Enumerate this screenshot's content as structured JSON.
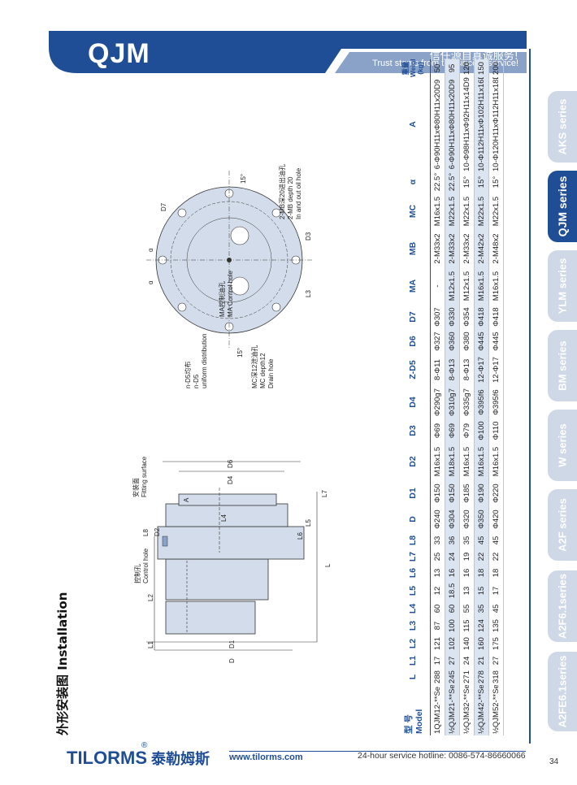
{
  "header": {
    "title": "QJM",
    "slogan_cn": "信任源自真诚服务!",
    "slogan_en": "Trust stems from the sincere service!"
  },
  "side_tabs": [
    {
      "label": "AKS series",
      "active": false
    },
    {
      "label": "QJM series",
      "active": true
    },
    {
      "label": "YLM series",
      "active": false
    },
    {
      "label": "BM series",
      "active": false
    },
    {
      "label": "W series",
      "active": false
    },
    {
      "label": "A2F series",
      "active": false
    },
    {
      "label": "A2F6.1series",
      "active": false
    },
    {
      "label": "A2FE6.1series",
      "active": false
    }
  ],
  "section_title": "外形安装图 Installation",
  "side_view_labels": {
    "control_hole_cn": "控制孔",
    "control_hole_en": "Control hole",
    "fitting_surface_cn": "安装面",
    "fitting_surface_en": "Fitting surface",
    "dims": [
      "L1",
      "L2",
      "L8",
      "D2",
      "A",
      "L4",
      "L6",
      "L5",
      "L7",
      "L",
      "D1",
      "D",
      "D6",
      "D4"
    ]
  },
  "front_view_labels": {
    "n_d5_cn": "n-D5均布",
    "n_d5_en": "n-D5",
    "n_d5_en2": "uniform distribution",
    "mc_cn": "MC深12泄油孔",
    "mc_en": "MC depth12",
    "mc_en2": "Drain hole",
    "ma_cn": "MA控制油孔",
    "ma_en": "MA Control hole",
    "mb_cn": "2-MB深20进出油孔",
    "mb_en": "2-MB depth 20",
    "mb_en2": "In and out oil hole",
    "dims": [
      "D7",
      "15°",
      "α",
      "α",
      "D3",
      "L3",
      "15°"
    ]
  },
  "table": {
    "headers": {
      "model_cn": "型 号",
      "model_en": "Model",
      "cols": [
        "L",
        "L1",
        "L2",
        "L3",
        "L4",
        "L5",
        "L6",
        "L7",
        "L8",
        "D",
        "D1",
        "D2",
        "D3",
        "D4",
        "Z-D5",
        "D6",
        "D7",
        "MA",
        "MB",
        "MC",
        "α",
        "A"
      ],
      "weight_cn": "重量",
      "weight_en": "Weight",
      "weight_unit": "(kg)"
    },
    "rows": [
      {
        "model": "1QJM12-**Se",
        "cells": [
          "288",
          "17",
          "121",
          "87",
          "60",
          "12",
          "13",
          "25",
          "33",
          "Φ240",
          "Φ150",
          "M16x1.5",
          "Φ69",
          "Φ290g7",
          "8-Φ11",
          "Φ327",
          "Φ307",
          "-",
          "2-M33x2",
          "M16x1.5",
          "22.5°",
          "6-Φ90H11xΦ80H11x20D9",
          "50"
        ]
      },
      {
        "model": "½QJM21-**Se",
        "cells": [
          "245",
          "27",
          "102",
          "100",
          "60",
          "18.5",
          "16",
          "24",
          "36",
          "Φ304",
          "Φ150",
          "M18x1.5",
          "Φ69",
          "Φ310g7",
          "8-Φ13",
          "Φ360",
          "Φ330",
          "M12x1.5",
          "2-M33x2",
          "M22x1.5",
          "22.5°",
          "6-Φ90H11xΦ80H11x20D9",
          "95"
        ]
      },
      {
        "model": "½QJM32-**Se",
        "cells": [
          "271",
          "24",
          "140",
          "115",
          "55",
          "13",
          "16",
          "19",
          "35",
          "Φ320",
          "Φ185",
          "M16x1.5",
          "Φ79",
          "Φ335g7",
          "8-Φ13",
          "Φ380",
          "Φ354",
          "M12x1.5",
          "2-M33x2",
          "M22x1.5",
          "15°",
          "10-Φ98H11xΦ92H11x14D9",
          "120"
        ]
      },
      {
        "model": "½QJM42-**Se",
        "cells": [
          "278",
          "21",
          "160",
          "124",
          "35",
          "15",
          "18",
          "22",
          "45",
          "Φ350",
          "Φ190",
          "M16x1.5",
          "Φ100",
          "Φ395f6",
          "12-Φ17",
          "Φ445",
          "Φ418",
          "M16x1.5",
          "2-M42x2",
          "M22x1.5",
          "15°",
          "10-Φ112H11xΦ102H11x16D9",
          "150"
        ]
      },
      {
        "model": "½QJM52-**Se",
        "cells": [
          "318",
          "27",
          "175",
          "135",
          "45",
          "17",
          "18",
          "22",
          "45",
          "Φ420",
          "Φ220",
          "M16x1.5",
          "Φ110",
          "Φ395f6",
          "12-Φ17",
          "Φ445",
          "Φ418",
          "M16x1.5",
          "2-M48x2",
          "M22x1.5",
          "15°",
          "10-Φ120H11xΦ112H11x18D9",
          "200"
        ]
      }
    ]
  },
  "footer": {
    "brand": "TILORMS",
    "reg": "®",
    "brand_cn": "泰勒姆斯",
    "url": "www.tilorms.com",
    "hotline": "24-hour service hotline: 0086-574-86660066",
    "page": "34"
  },
  "colors": {
    "brand_blue": "#1f4e96",
    "tab_grey": "#cfd8e6",
    "row_shade": "#dbe5f2"
  }
}
